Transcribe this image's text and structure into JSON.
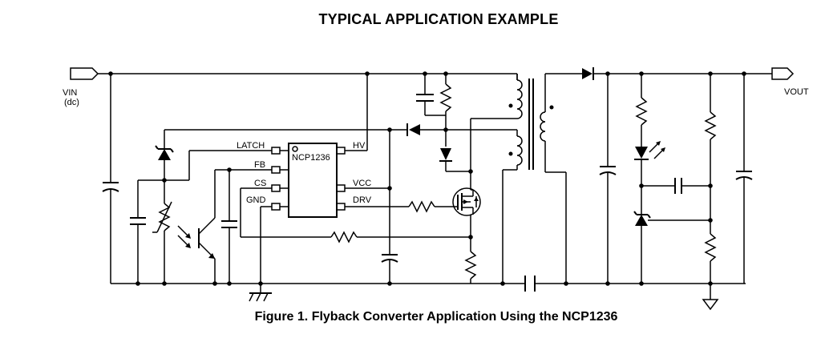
{
  "page": {
    "heading": "TYPICAL APPLICATION EXAMPLE",
    "caption": "Figure 1. Flyback Converter Application Using the NCP1236"
  },
  "terminals": {
    "vin_label": "VIN",
    "vin_sub": "(dc)",
    "vout_label": "VOUT"
  },
  "ic": {
    "name": "NCP1236",
    "pins_left": [
      "LATCH",
      "FB",
      "CS",
      "GND"
    ],
    "pins_right": [
      "HV",
      "VCC",
      "DRV"
    ]
  }
}
